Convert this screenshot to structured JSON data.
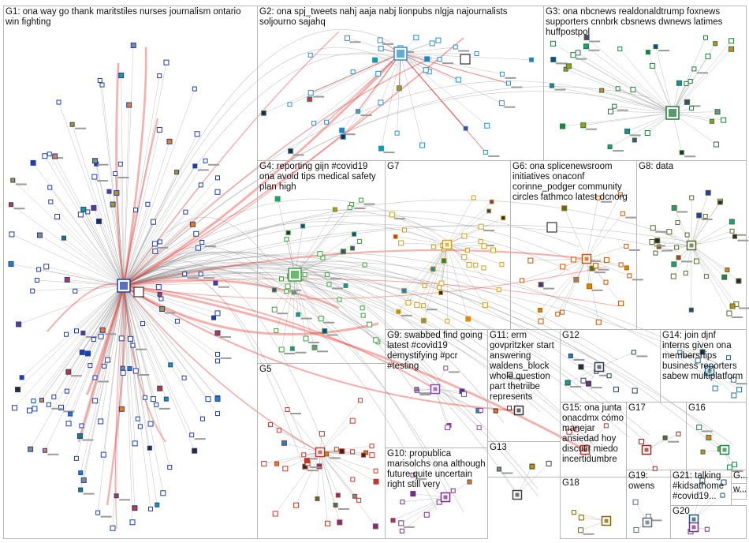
{
  "groups": [
    {
      "id": "G1",
      "label": "G1: ona way go thank maritstiles nurses journalism ontario win fighting",
      "color": "#1f3fa8"
    },
    {
      "id": "G2",
      "label": "G2: ona spj_tweets nahj aaja nabj lionpubs nlgja najournalists soljourno sajahq",
      "color": "#2b8fd0"
    },
    {
      "id": "G3",
      "label": "G3: ona nbcnews realdonaldtrump foxnews supporters cnnbrk cbsnews dwnews latimes huffpostpol",
      "color": "#1f7a3a"
    },
    {
      "id": "G4",
      "label": "G4: reporting gijn #covid19 ona avoid tips medical safety plan high",
      "color": "#3aa33a"
    },
    {
      "id": "G5",
      "label": "G5",
      "color": "#c0392b"
    },
    {
      "id": "G6",
      "label": "G6: ona splicenewsroom initiatives onaconf corinne_podger community circles fathmco latest dcnorg",
      "color": "#d35400"
    },
    {
      "id": "G7",
      "label": "G7",
      "color": "#d4a017"
    },
    {
      "id": "G8",
      "label": "G8: data",
      "color": "#556b2f"
    },
    {
      "id": "G9",
      "label": "G9: swabbed find going latest #covid19 demystifying #pcr #testing",
      "color": "#8e44ad"
    },
    {
      "id": "G10",
      "label": "G10: propublica marisolchs ona although future quite uncertain right still very",
      "color": "#7b2d8e"
    },
    {
      "id": "G11",
      "label": "G11: erm govpritzker start answering waldens_block whole question part thetriibe represents",
      "color": "#333333"
    },
    {
      "id": "G12",
      "label": "G12",
      "color": "#2c3e50"
    },
    {
      "id": "G13",
      "label": "G13",
      "color": "#444444"
    },
    {
      "id": "G14",
      "label": "G14: join djnf interns given ona memberships business reporters sabew multiplatform",
      "color": "#2471a3"
    },
    {
      "id": "G15",
      "label": "G15: ona junta onacdmx cómo manejar ansiedad hoy discutir miedo incertidumbre",
      "color": "#b03a2e"
    },
    {
      "id": "G16",
      "label": "G16",
      "color": "#1e8449"
    },
    {
      "id": "G17",
      "label": "G17",
      "color": "#922b21"
    },
    {
      "id": "G18",
      "label": "G18",
      "color": "#7d6608"
    },
    {
      "id": "G19",
      "label": "G19: owens",
      "color": "#5d6d7e"
    },
    {
      "id": "G20",
      "label": "G20",
      "color": "#6c3483"
    },
    {
      "id": "G21",
      "label": "G21: talking #kidsathome #covid19...",
      "color": "#1a5276"
    },
    {
      "id": "G22",
      "label": "G...",
      "color": "#566573"
    },
    {
      "id": "G23",
      "label": "w...",
      "color": "#566573"
    }
  ],
  "colors": {
    "box_border": "#b8b8b8",
    "edge_gray": "#8c8c8c",
    "edge_red": "#e8302a"
  }
}
